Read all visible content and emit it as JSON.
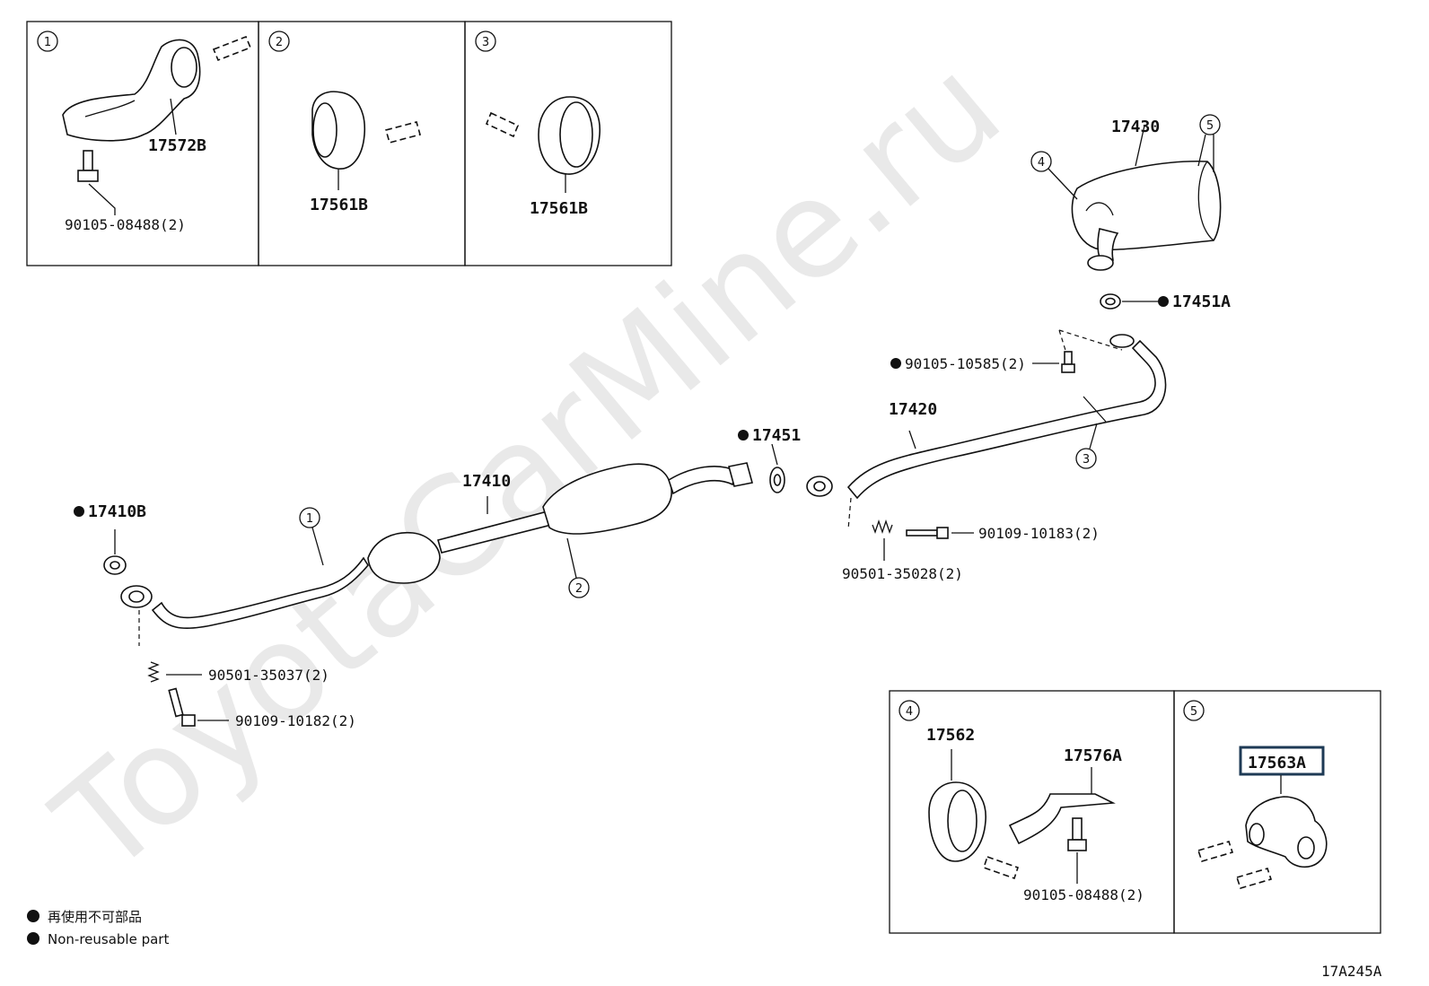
{
  "watermark": "ToyotaCarMine.ru",
  "diagram_code": "17A245A",
  "highlight_color": "#1e3a55",
  "legend": {
    "non_reusable_jp": "再使用不可部品",
    "non_reusable_en": "Non-reusable part"
  },
  "callouts": [
    "1",
    "2",
    "3",
    "4",
    "5"
  ],
  "detail_boxes": {
    "box1": {
      "number": "1",
      "parts": [
        "17572B",
        "90105-08488(2)"
      ]
    },
    "box2": {
      "number": "2",
      "parts": [
        "17561B"
      ]
    },
    "box3": {
      "number": "3",
      "parts": [
        "17561B"
      ]
    },
    "box4": {
      "number": "4",
      "parts": [
        "17562",
        "17576A",
        "90105-08488(2)"
      ]
    },
    "box5": {
      "number": "5",
      "parts": [
        "17563A"
      ]
    }
  },
  "main_parts": {
    "p17430": "17430",
    "p17451A": "17451A",
    "p90105_10585": "90105-10585(2)",
    "p17420": "17420",
    "p17451": "17451",
    "p17410": "17410",
    "p17410B": "17410B",
    "p90109_10183": "90109-10183(2)",
    "p90501_35028": "90501-35028(2)",
    "p90501_35037": "90501-35037(2)",
    "p90109_10182": "90109-10182(2)"
  }
}
